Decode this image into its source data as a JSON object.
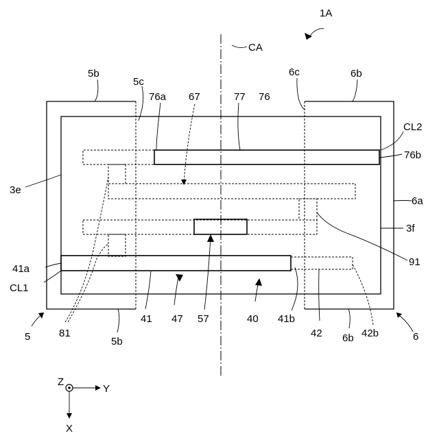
{
  "figure_label": "1A",
  "axis_label": "CA",
  "labels": {
    "l5b_top": "5b",
    "l5c": "5c",
    "l76a": "76a",
    "l67": "67",
    "l77": "77",
    "l76": "76",
    "l6c": "6c",
    "l6b_top": "6b",
    "lCL2": "CL2",
    "l76b": "76b",
    "l3e": "3e",
    "l6a": "6a",
    "l3f": "3f",
    "l91": "91",
    "l41a": "41a",
    "lCL1": "CL1",
    "l5": "5",
    "l81": "81",
    "l5b_bot": "5b",
    "l41": "41",
    "l47": "47",
    "l57": "57",
    "l40": "40",
    "l41b": "41b",
    "l42": "42",
    "l6b_bot": "6b",
    "l42b": "42b",
    "l6": "6"
  },
  "coords": {
    "z": "Z",
    "y": "Y",
    "x": "X"
  }
}
